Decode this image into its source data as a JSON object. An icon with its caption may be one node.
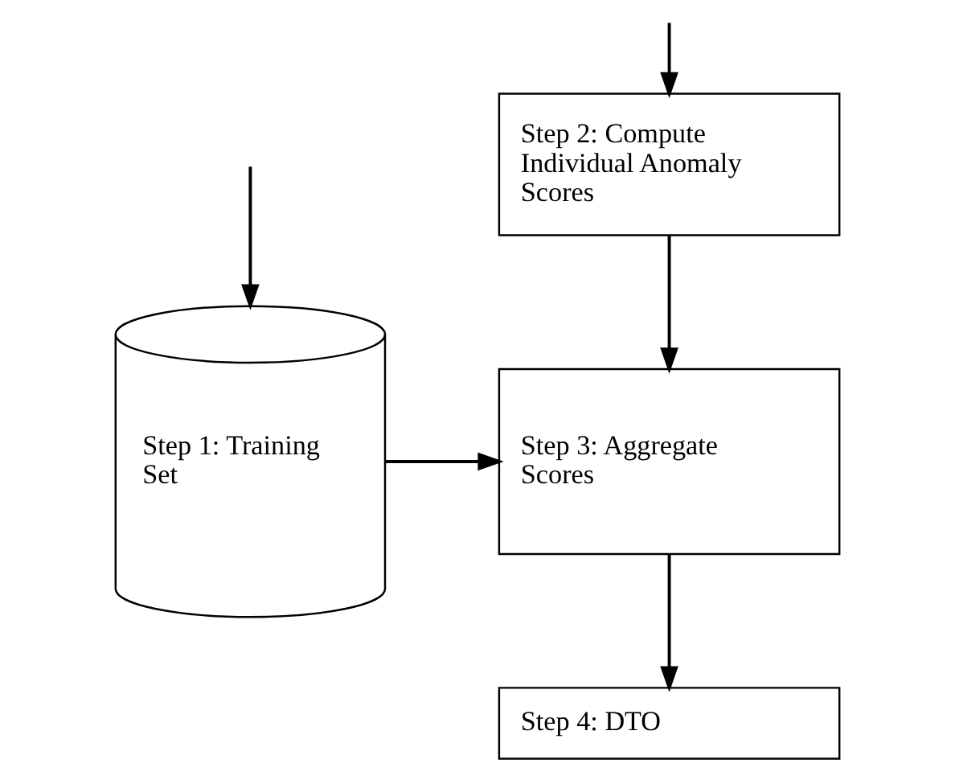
{
  "diagram": {
    "nodes": [
      {
        "text": [
          "Step 1: Training Set"
        ]
      },
      {
        "text": [
          "Step 2: Compute Individual Anomaly Scores"
        ]
      },
      {
        "text": [
          "Step 3: Aggregate Scores"
        ]
      },
      {
        "text": [
          "Step 4: DTO"
        ]
      }
    ],
    "edges": [
      {
        "from": null,
        "to": 0,
        "arrow": "to"
      },
      {
        "from": null,
        "to": 1,
        "arrow": "to"
      },
      {
        "from": 1,
        "to": 2,
        "arrow": "to"
      },
      {
        "from": 0,
        "to": 2,
        "arrow": "to"
      },
      {
        "from": 2,
        "to": 3,
        "arrow": "to"
      }
    ]
  }
}
